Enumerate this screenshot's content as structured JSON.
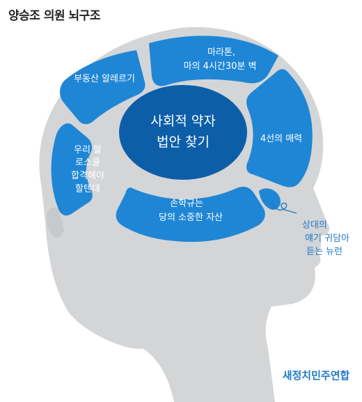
{
  "title": "양승조 의원 뇌구조",
  "core": {
    "line1": "사회적 약자",
    "line2": "법안 찾기"
  },
  "segments": {
    "marathon": {
      "line1": "마라톤,",
      "line2": "마의 4시간30분 벽"
    },
    "real_estate": {
      "line1": "부동산 알레르기"
    },
    "fourth_term": {
      "line1": "4선의 매력"
    },
    "law_school": {
      "line1": "우리 딸",
      "line2": "로스쿨",
      "line3": "합격해야",
      "line4": "할텐데"
    },
    "sohakgyu": {
      "line1": "손학규는",
      "line2": "당의 소중한 자산"
    }
  },
  "callout": {
    "line1": "상대의",
    "line2": "얘기 귀담아",
    "line3": "듣는 뉴런"
  },
  "brand": "새정치민주연합",
  "colors": {
    "segment": "#1f86d6",
    "core": "#0d5ea8",
    "head": "#d3d5d7",
    "accent": "#1f79c8"
  }
}
